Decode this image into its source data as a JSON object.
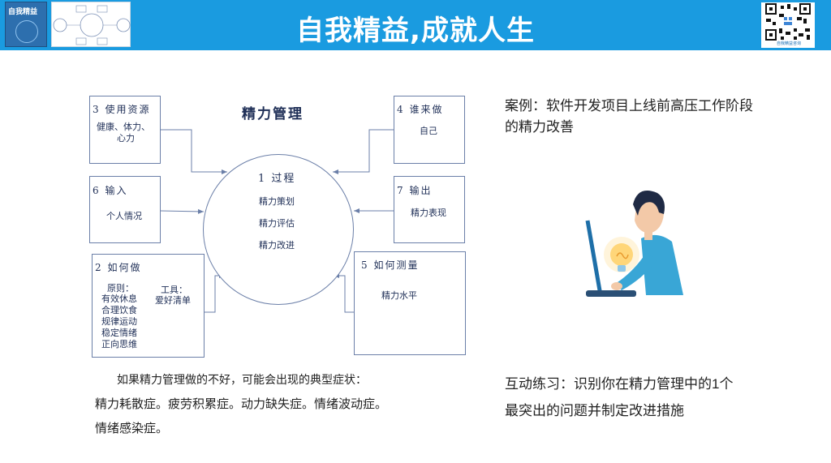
{
  "header": {
    "title": "自我精益,成就人生",
    "book_title": "自我精益",
    "qr_caption": "自我精益咨询"
  },
  "diagram": {
    "title": "精力管理",
    "center": {
      "title": "1 过程",
      "items": [
        "精力策划",
        "精力评估",
        "精力改进"
      ]
    },
    "boxes": {
      "resources": {
        "title": "3 使用资源",
        "lines": [
          "健康、体力、",
          "心力"
        ]
      },
      "who": {
        "title": "4 谁来做",
        "lines": [
          "自己"
        ]
      },
      "input": {
        "title": "6 输入",
        "lines": [
          "个人情况"
        ]
      },
      "output": {
        "title": "7 输出",
        "lines": [
          "精力表现"
        ]
      },
      "how": {
        "title": "2 如何做",
        "principles_label": "原则：",
        "principles": [
          "有效休息",
          "合理饮食",
          "规律运动",
          "稳定情绪",
          "正向思维"
        ],
        "tools_label": "工具：",
        "tools": "爱好清单"
      },
      "measure": {
        "title": "5 如何测量",
        "lines": [
          "精力水平"
        ]
      }
    }
  },
  "symptoms": {
    "intro": "如果精力管理做的不好，可能会出现的典型症状：",
    "line1": "精力耗散症。疲劳积累症。动力缺失症。情绪波动症。",
    "line2": "情绪感染症。"
  },
  "case": {
    "line1": "案例：软件开发项目上线前高压工作阶段",
    "line2": "的精力改善"
  },
  "exercise": {
    "line1": "互动练习：识别你在精力管理中的1个",
    "line2": "最突出的问题并制定改进措施"
  },
  "colors": {
    "header": "#1a9be0",
    "diagram_stroke": "#6b7fa8",
    "diagram_text": "#1f2f57"
  }
}
